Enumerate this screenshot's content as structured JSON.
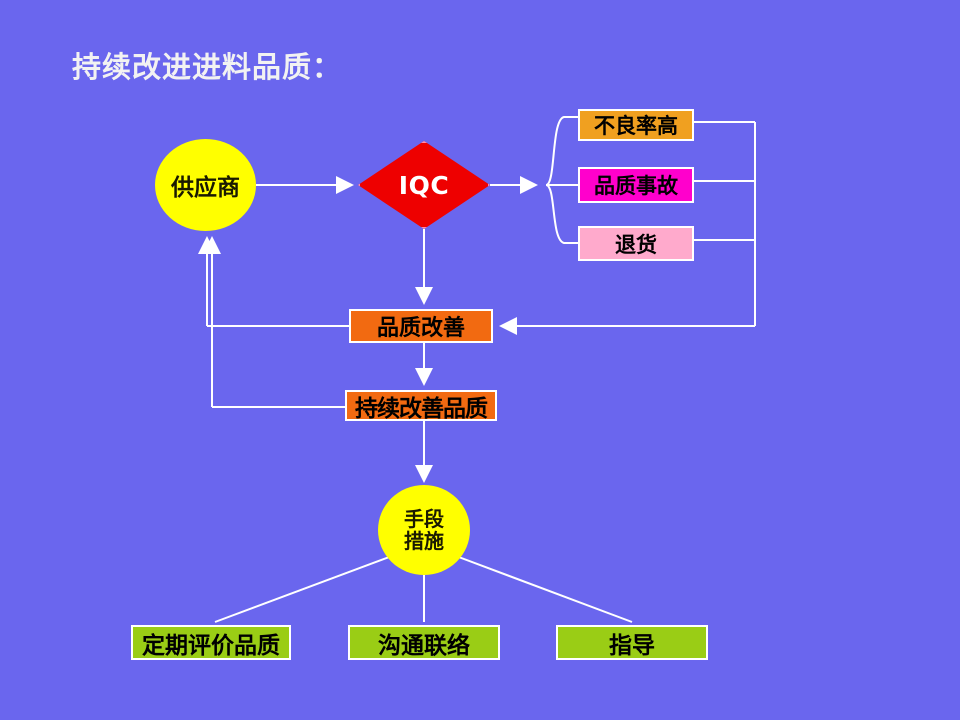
{
  "slide": {
    "title": "持续改进进料品质：",
    "background_color": "#6a66ee",
    "line_color": "#ffffff"
  },
  "nodes": {
    "supplier": {
      "label": "供应商",
      "shape": "circle",
      "fill": "#ffff00",
      "text_color": "#1a1a00"
    },
    "iqc": {
      "label": "IQC",
      "shape": "diamond",
      "fill": "#ee0000",
      "text_color": "#ffffff",
      "border": "#ff8fb0"
    },
    "defect_rate_high": {
      "label": "不良率高",
      "shape": "rect",
      "fill": "#f0a020",
      "text_color": "#000000"
    },
    "quality_incident": {
      "label": "品质事故",
      "shape": "rect",
      "fill": "#ff00cc",
      "text_color": "#000000"
    },
    "return_goods": {
      "label": "退货",
      "shape": "rect",
      "fill": "#ffaacc",
      "text_color": "#000000"
    },
    "quality_improvement": {
      "label": "品质改善",
      "shape": "rect",
      "fill": "#f26a11",
      "text_color": "#000000"
    },
    "continuous_improvement": {
      "label": "持续改善品质",
      "shape": "rect",
      "fill": "#f26a11",
      "text_color": "#000000"
    },
    "means": {
      "label_line1": "手段",
      "label_line2": "措施",
      "shape": "circle",
      "fill": "#ffff00",
      "text_color": "#1a1a00"
    },
    "periodic_evaluation": {
      "label": "定期评价品质",
      "shape": "rect",
      "fill": "#9acd15",
      "text_color": "#000000"
    },
    "communication": {
      "label": "沟通联络",
      "shape": "rect",
      "fill": "#9acd15",
      "text_color": "#000000"
    },
    "guidance": {
      "label": "指导",
      "shape": "rect",
      "fill": "#9acd15",
      "text_color": "#000000"
    }
  },
  "chart_data": {
    "type": "diagram",
    "title": "持续改进进料品质：",
    "nodes": [
      {
        "id": "supplier",
        "label": "供应商",
        "shape": "circle",
        "fill": "#ffff00"
      },
      {
        "id": "iqc",
        "label": "IQC",
        "shape": "diamond",
        "fill": "#ee0000"
      },
      {
        "id": "defect_rate_high",
        "label": "不良率高",
        "shape": "rect",
        "fill": "#f0a020"
      },
      {
        "id": "quality_incident",
        "label": "品质事故",
        "shape": "rect",
        "fill": "#ff00cc"
      },
      {
        "id": "return_goods",
        "label": "退货",
        "shape": "rect",
        "fill": "#ffaacc"
      },
      {
        "id": "quality_improvement",
        "label": "品质改善",
        "shape": "rect",
        "fill": "#f26a11"
      },
      {
        "id": "continuous_improvement",
        "label": "持续改善品质",
        "shape": "rect",
        "fill": "#f26a11"
      },
      {
        "id": "means",
        "label": "手段措施",
        "shape": "circle",
        "fill": "#ffff00"
      },
      {
        "id": "periodic_evaluation",
        "label": "定期评价品质",
        "shape": "rect",
        "fill": "#9acd15"
      },
      {
        "id": "communication",
        "label": "沟通联络",
        "shape": "rect",
        "fill": "#9acd15"
      },
      {
        "id": "guidance",
        "label": "指导",
        "shape": "rect",
        "fill": "#9acd15"
      }
    ],
    "edges": [
      {
        "from": "supplier",
        "to": "iqc",
        "arrow": true
      },
      {
        "from": "iqc",
        "to": "defect_rate_high",
        "arrow": true,
        "style": "brace"
      },
      {
        "from": "iqc",
        "to": "quality_incident",
        "arrow": true,
        "style": "brace"
      },
      {
        "from": "iqc",
        "to": "return_goods",
        "arrow": true,
        "style": "brace"
      },
      {
        "from": "iqc",
        "to": "quality_improvement",
        "arrow": true
      },
      {
        "from": "defect_rate_high",
        "to": "quality_improvement",
        "arrow": true
      },
      {
        "from": "quality_incident",
        "to": "quality_improvement",
        "arrow": true
      },
      {
        "from": "return_goods",
        "to": "quality_improvement",
        "arrow": true
      },
      {
        "from": "quality_improvement",
        "to": "continuous_improvement",
        "arrow": true
      },
      {
        "from": "quality_improvement",
        "to": "supplier",
        "arrow": true
      },
      {
        "from": "continuous_improvement",
        "to": "supplier",
        "arrow": true
      },
      {
        "from": "continuous_improvement",
        "to": "means",
        "arrow": true
      },
      {
        "from": "means",
        "to": "periodic_evaluation",
        "arrow": false
      },
      {
        "from": "means",
        "to": "communication",
        "arrow": false
      },
      {
        "from": "means",
        "to": "guidance",
        "arrow": false
      }
    ]
  }
}
